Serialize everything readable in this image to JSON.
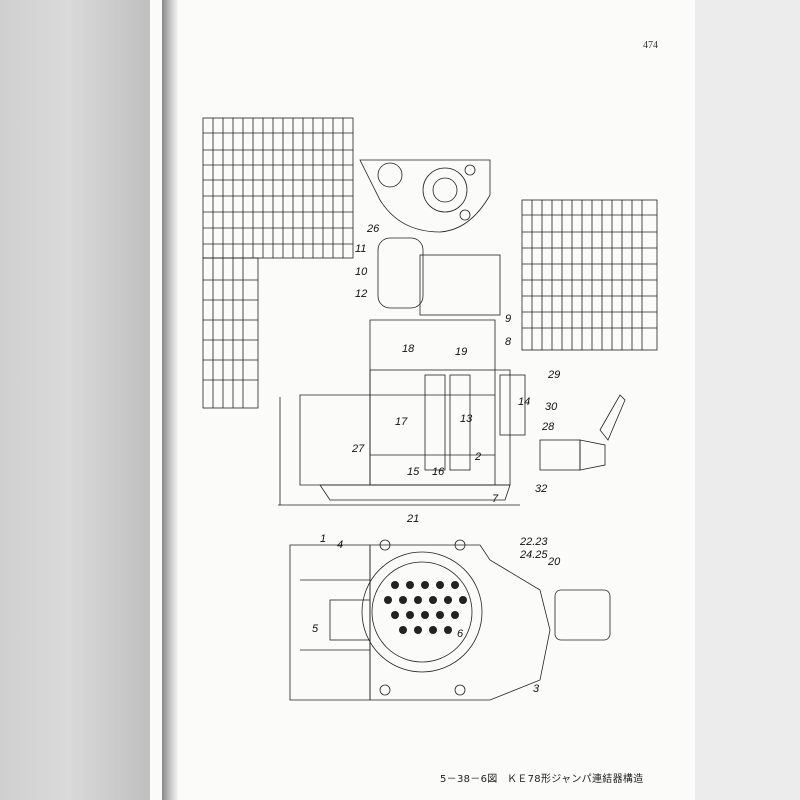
{
  "page": {
    "number": "474",
    "figure_number": "5－38－6図",
    "figure_title": "ＫＥ78形ジャンパ連結器構造"
  },
  "callouts": {
    "c1": "1",
    "c2": "2",
    "c3": "3",
    "c4": "4",
    "c5": "5",
    "c6": "6",
    "c7": "7",
    "c8": "8",
    "c9": "9",
    "c10": "10",
    "c11": "11",
    "c12": "12",
    "c13": "13",
    "c14": "14",
    "c15": "15",
    "c16": "16",
    "c17": "17",
    "c18": "18",
    "c19": "19",
    "c20": "20",
    "c21": "21",
    "c2223": "22.23",
    "c2425": "24.25",
    "c26": "26",
    "c27": "27",
    "c28": "28",
    "c29": "29",
    "c30": "30",
    "c32": "32"
  }
}
